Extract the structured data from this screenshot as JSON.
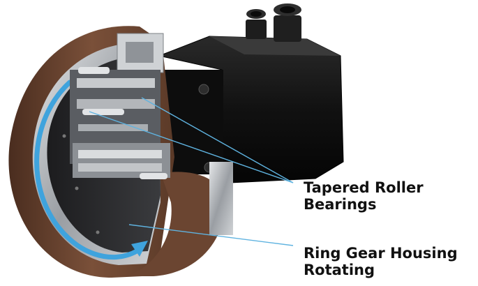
{
  "callouts": {
    "bearings": {
      "line1": "Tapered Roller",
      "line2": "Bearings"
    },
    "housing": {
      "line1": "Ring Gear Housing",
      "line2": "Rotating"
    }
  },
  "colors": {
    "tire_brown": "#6b4531",
    "leader_line": "#5fb3e0",
    "rotation_arrow": "#3fa3dd",
    "motor_body": "#141414",
    "metal": "#b9bcc0"
  }
}
